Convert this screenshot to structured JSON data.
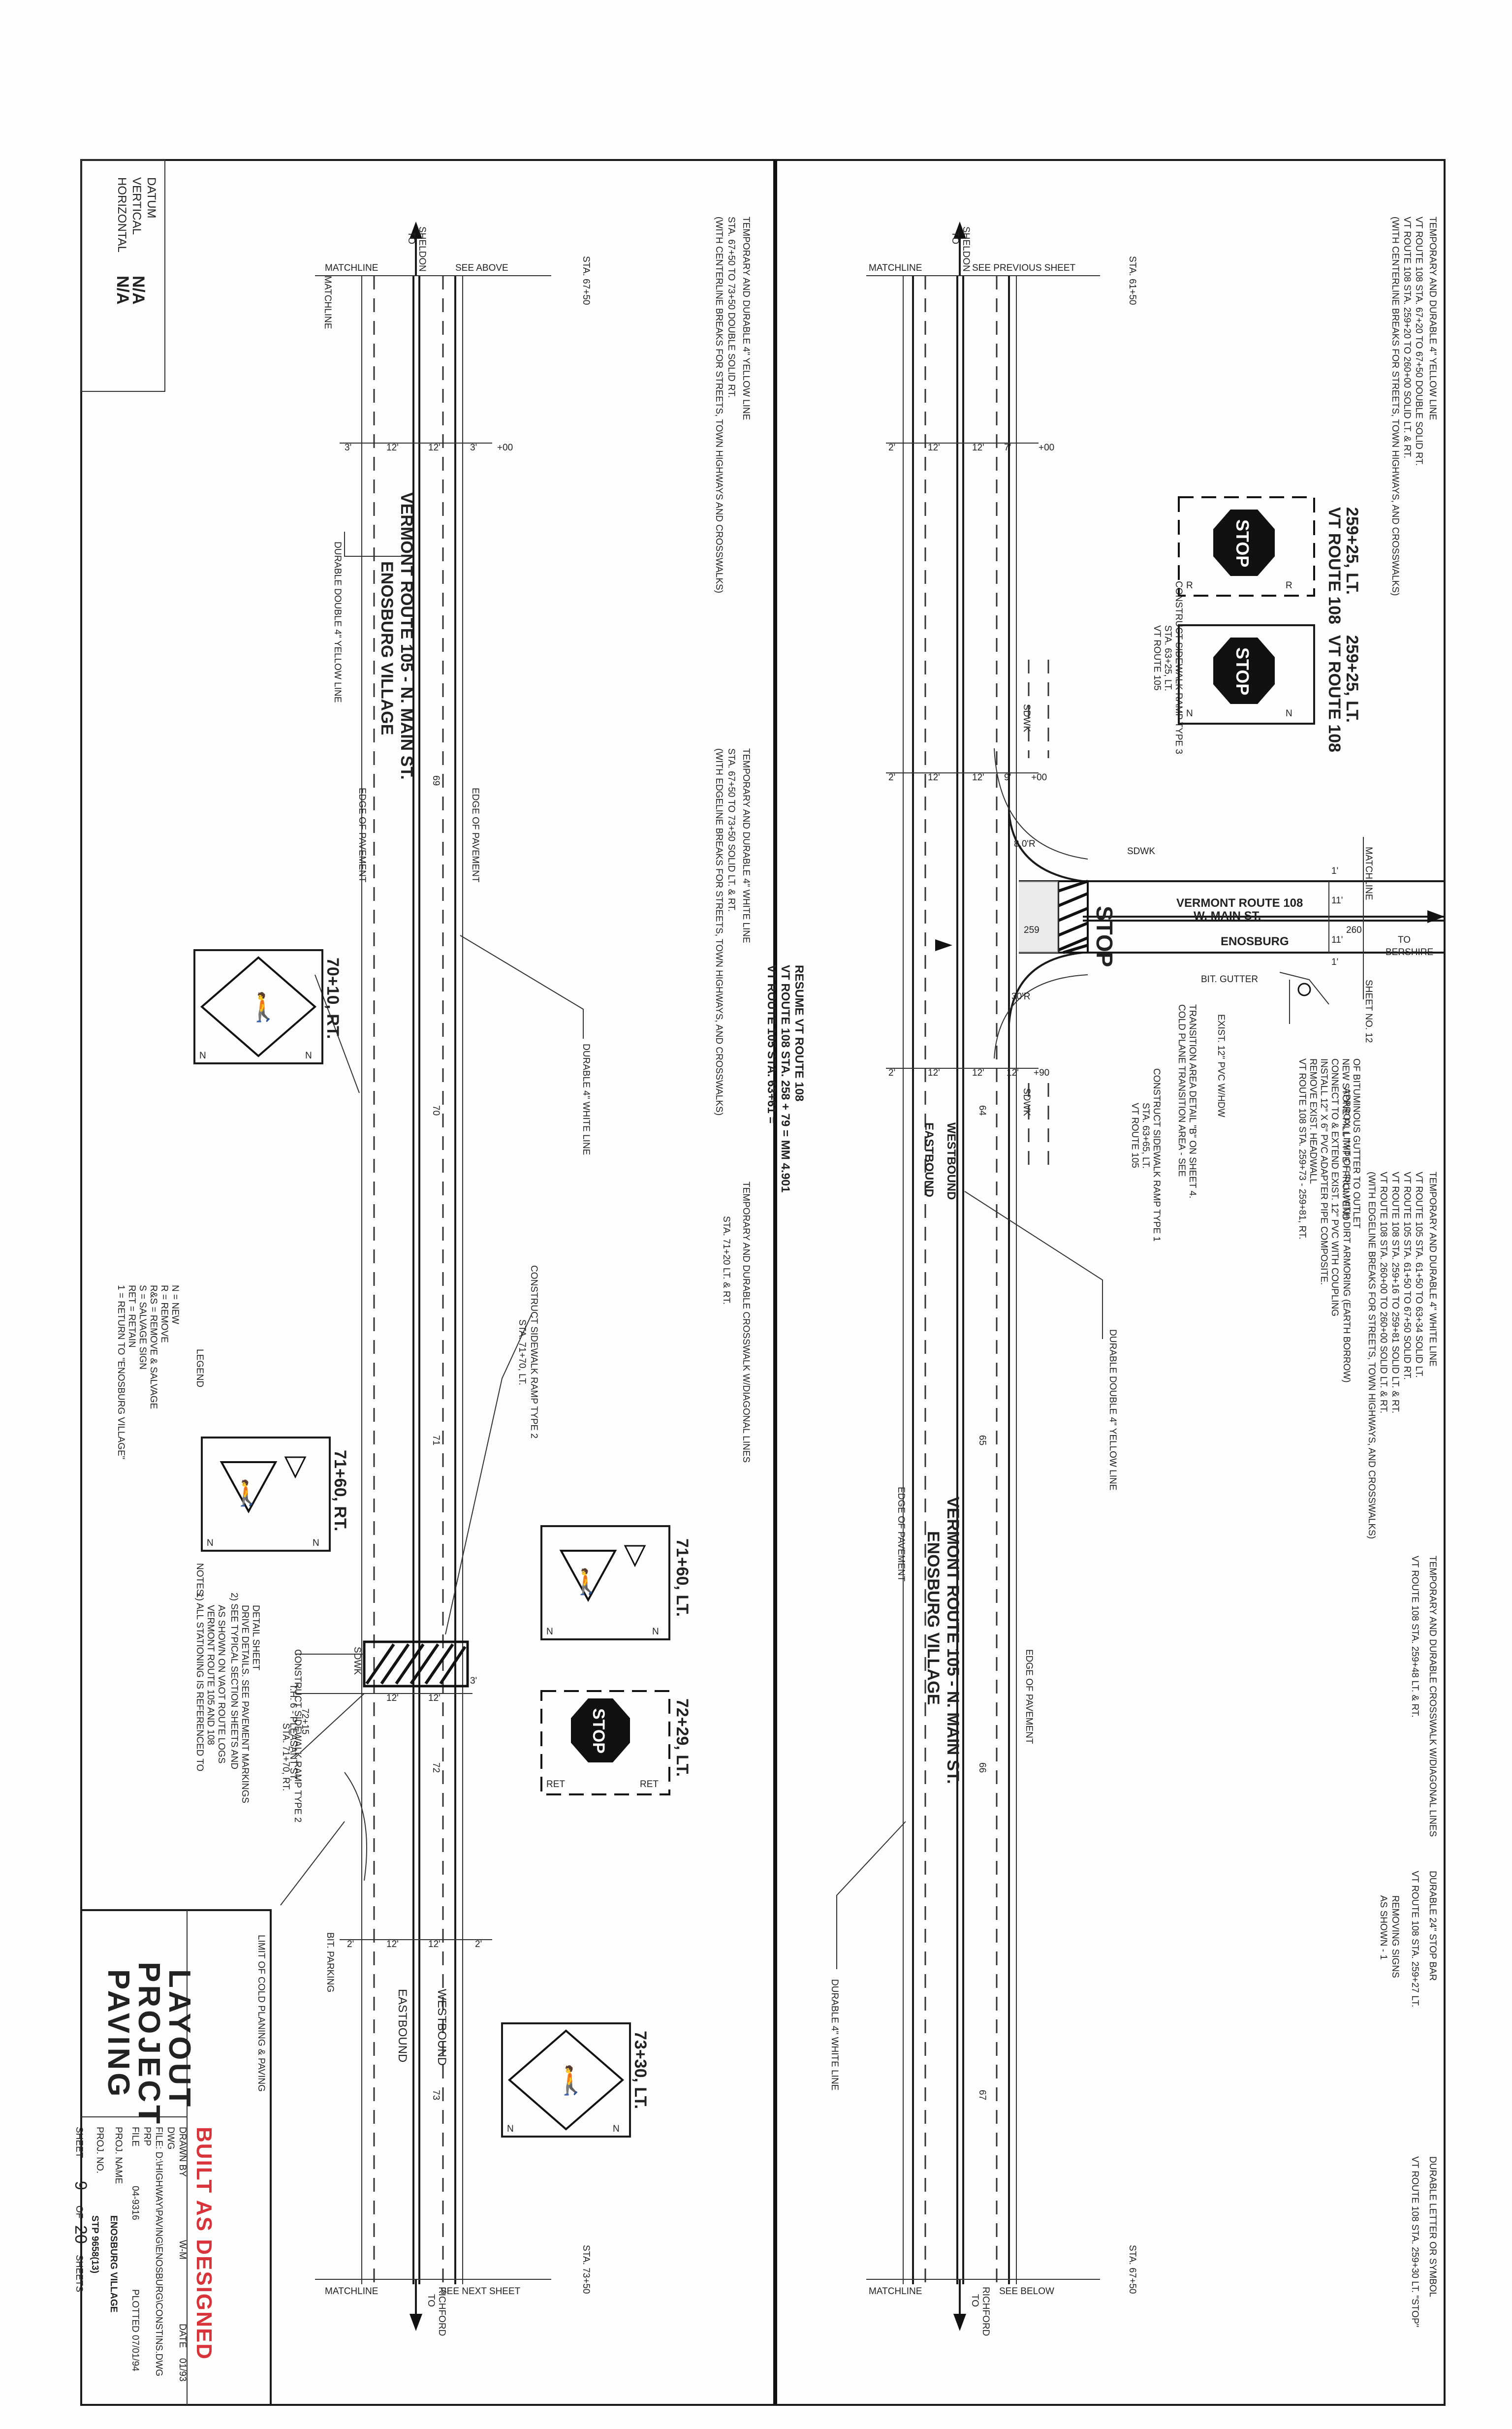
{
  "datum": {
    "label": "DATUM",
    "vertical": "VERTICAL",
    "horizontal": "HORIZONTAL",
    "v_value": "N/A",
    "h_value": "N/A"
  },
  "matchlines": {
    "matchline": "MATCHLINE",
    "see_above": "SEE ABOVE",
    "see_previous": "SEE PREVIOUS SHEET",
    "see_next": "SEE NEXT SHEET",
    "see_below": "SEE BELOW",
    "sta_top_upper": "STA. 67+50",
    "sta_top_lower": "STA. 61+50",
    "sta_bot_upper": "STA. 73+50",
    "sta_bot_lower": "STA. 67+50",
    "to": "TO",
    "sheldon": "SHELDON",
    "richford": "RICHFORD",
    "bershire": "BERSHIRE"
  },
  "notes_upper": {
    "yellow_title": "TEMPORARY AND DURABLE 4\" YELLOW LINE",
    "yellow_1": "VT ROUTE 108 STA. 67+20 TO 67+50   DOUBLE SOLID RT.",
    "yellow_2": "VT ROUTE 108 STA. 259+20 TO 260+00   SOLID LT. & RT.",
    "yellow_3": "(WITH CENTERLINE BREAKS FOR STREETS, TOWN HIGHWAYS, AND CROSSWALKS)",
    "white_title": "TEMPORARY AND DURABLE 4\" WHITE LINE",
    "white_1": "VT ROUTE 105 STA. 61+50 TO 63+34   SOLID LT.",
    "white_2": "VT ROUTE 105 STA. 61+50 TO 67+50   SOLID RT.",
    "white_3": "VT ROUTE 108 STA. 259+16 TO 259+81   SOLID LT. & RT.",
    "white_4": "VT ROUTE 108 STA. 260+00 TO 260+00   SOLID LT. & RT.",
    "white_5": "(WITH EDGELINE BREAKS FOR STREETS, TOWN HIGHWAYS, AND CROSSWALKS)",
    "xwalk_title": "TEMPORARY AND DURABLE CROSSWALK W/DIAGONAL LINES",
    "xwalk_1": "VT ROUTE 108 STA. 259+48 LT. & RT.",
    "stopbar_title": "DURABLE 24\" STOP BAR",
    "stopbar_1": "VT ROUTE 108 STA. 259+27 LT.",
    "removing_1": "REMOVING SIGNS",
    "removing_2": "AS SHOWN - 1",
    "letter_title": "DURABLE LETTER OR SYMBOL",
    "letter_1": "VT ROUTE 108 STA. 259+30 LT. \"STOP\""
  },
  "notes_lower": {
    "yellow_title": "TEMPORARY AND DURABLE 4\" YELLOW LINE",
    "yellow_1": "STA. 67+50 TO 73+50   DOUBLE SOLID RT.",
    "yellow_2": "(WITH CENTERLINE BREAKS FOR STREETS, TOWN HIGHWAYS AND CROSSWALKS)",
    "white_title": "TEMPORARY AND DURABLE 4\" WHITE LINE",
    "white_1": "STA. 67+50 TO 73+50   SOLID LT. & RT.",
    "white_2": "(WITH EDGELINE BREAKS FOR STREETS, TOWN HIGHWAYS, AND CROSSWALKS)",
    "xwalk_title": "TEMPORARY AND DURABLE CROSSWALK W/DIAGONAL LINES",
    "xwalk_1": "STA. 71+20 LT. & RT.",
    "resume_1": "VT ROUTE 105 STA. 63+61 =",
    "resume_2": "VT ROUTE 108 STA. 258 + 79 = MM 4.901",
    "resume_3": "RESUME VT ROUTE 108"
  },
  "roads": {
    "route105": "VERMONT ROUTE 105 - N. MAIN ST.",
    "enosburg_village": "ENOSBURG VILLAGE",
    "route108": "VERMONT ROUTE 108",
    "w_main": "W. MAIN ST.",
    "enosburg": "ENOSBURG",
    "westbound": "WESTBOUND",
    "eastbound": "EASTBOUND",
    "edge_pavement": "EDGE OF PAVEMENT",
    "sdwk": "SDWK",
    "bit_parking": "BIT. PARKING",
    "durable_yellow": "DURABLE DOUBLE 4\" YELLOW LINE",
    "durable_white": "DURABLE 4\" WHITE LINE",
    "limit_cold": "LIMIT OF COLD PLANING & PAVING",
    "th6": "T.H. 6 - PLEASANT ST.",
    "th6_sta": "72+15",
    "stop_text": "STOP",
    "sheet12": "SHEET NO. 12",
    "approx_fill": "APPROX. LIMIT OF FILL WITH DIRT ARMORING (EARTH BORROW)"
  },
  "dims": {
    "d2": "2'",
    "d3": "3'",
    "d12": "12'",
    "d7": "7'",
    "d9": "9'",
    "d11": "11'",
    "d1": "1'",
    "p00": "+00",
    "p90": "+90",
    "r8": "8.0'R",
    "r30": "30'R"
  },
  "stations_upper": [
    "259",
    "260",
    "64",
    "65",
    "66",
    "67"
  ],
  "stations_lower": [
    "69",
    "70",
    "71",
    "72",
    "73"
  ],
  "signs": {
    "stop1_title": "VT ROUTE 108",
    "stop1_sta": "259+25, LT.",
    "stop2_title": "VT ROUTE 108",
    "stop2_sta": "259+25, LT.",
    "ped1": "70+10, RT.",
    "ped2": "71+60, RT.",
    "ped3": "71+60, LT.",
    "stop3": "72+29, LT.",
    "ped4": "73+30, LT.",
    "r": "R",
    "n": "N",
    "ret": "RET"
  },
  "callouts": {
    "ramp3_a": "VT ROUTE 105",
    "ramp3_b": "STA. 63+25, LT.",
    "ramp3_c": "CONSTRUCT SIDEWALK RAMP TYPE 3",
    "ramp1_a": "VT ROUTE 105",
    "ramp1_b": "STA. 63+65, LT.",
    "ramp1_c": "CONSTRUCT SIDEWALK RAMP TYPE 1",
    "cold1": "COLD PLANE TRANSITION AREA - SEE",
    "cold2": "TRANSITION AREA DETAIL \"B\" ON SHEET 4.",
    "rem1": "VT ROUTE 108 STA. 259+73 - 259+81, RT.",
    "rem2": "REMOVE EXIST. HEADWALL",
    "rem3": "INSTALL 12\" X 6\" PVC ADAPTER PIPE COMPOSITE.",
    "rem4": "CONNECT TO & EXTEND EXIST. 12\" PVC WITH COUPLING",
    "rem5": "NEW STONE FILL TYPE I FROM END",
    "rem6": "OF BITUMINOUS GUTTER TO OUTLET",
    "bit_gutter": "BIT. GUTTER",
    "exist_pvc": "EXIST. 12\" PVC W/HDW",
    "ramp2_a": "STA. 71+70, LT.",
    "ramp2_b": "CONSTRUCT SIDEWALK RAMP TYPE 2",
    "ramp2r_a": "STA. 71+70, RT.",
    "ramp2r_b": "CONSTRUCT SIDEWALK RAMP TYPE 2"
  },
  "legend": {
    "title": "LEGEND",
    "n": "N = NEW",
    "r": "R = REMOVE",
    "rs": "R&S = REMOVE & SALVAGE",
    "s": "S = SALVAGE SIGN",
    "ret": "RET = RETAIN",
    "one": "1 = RETURN TO \"ENOSBURG VILLAGE\""
  },
  "notes": {
    "title": "NOTES:",
    "n1": "1) ALL STATIONING IS REFERENCED TO",
    "n1b": "VERMONT ROUTE 105 AND 108",
    "n1c": "AS SHOWN ON VAOT ROUTE LOGS",
    "n2": "2) SEE TYPICAL SECTION SHEETS AND",
    "n2b": "DRIVE DETAILS. SEE PAVEMENT MARKINGS",
    "n2c": "DETAIL SHEET"
  },
  "title_block": {
    "t1": "PAVING",
    "t2": "PROJECT",
    "t3": "LAYOUT",
    "drawn_by": "DRAWN BY",
    "drawn_val": "W-M",
    "date": "DATE",
    "date_val": "01/93",
    "dwg": "DWG",
    "file": "FILE: D:\\HIGHWAY\\PAVING\\ENOSBURG\\CONSTINS.DWG",
    "prp": "PRP",
    "plotted": "PLOTTED 07/01/94",
    "file2": "FILE",
    "file2_val": "04-9316",
    "proj_name": "PROJ. NAME",
    "proj_name_val": "ENOSBURG VILLAGE",
    "proj_no": "PROJ. NO.",
    "proj_no_val": "STP 9658(13)",
    "sheet": "SHEET",
    "sheet_no": "9",
    "of": "OF",
    "sheet_total": "20",
    "sheets": "SHEETS",
    "stamp": "BUILT AS DESIGNED"
  }
}
